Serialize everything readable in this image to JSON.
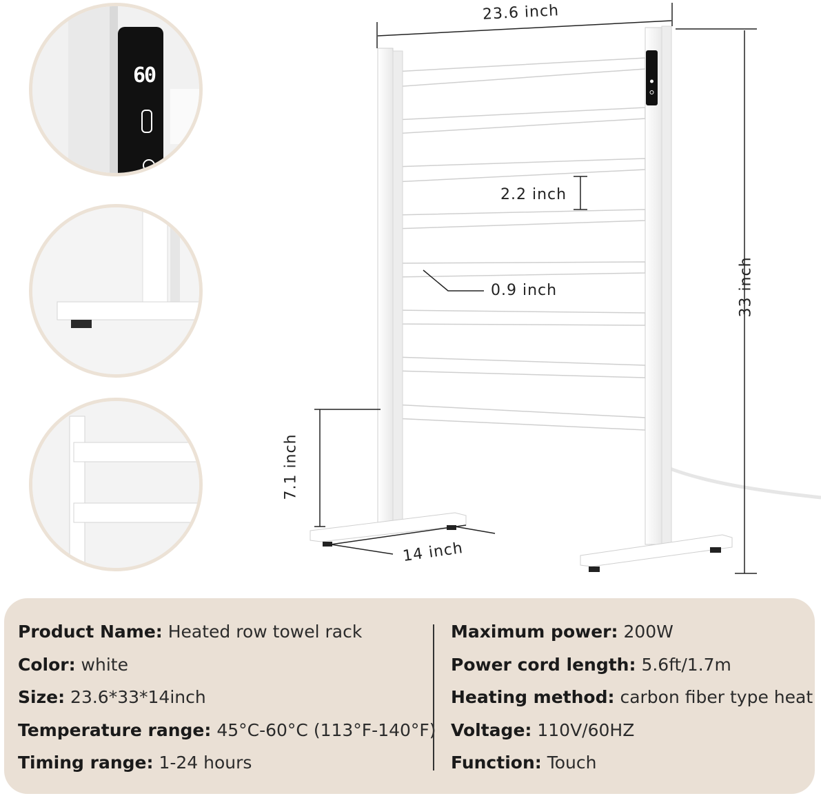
{
  "display": {
    "temperature": "60"
  },
  "dimensions": {
    "width": "23.6 inch",
    "height": "33 inch",
    "bar_spacing": "2.2 inch",
    "bar_width": "0.9 inch",
    "leg_height": "7.1 inch",
    "base_depth": "14 inch"
  },
  "specs": {
    "left": [
      {
        "label": "Product Name:",
        "value": "Heated  row towel rack"
      },
      {
        "label": "Color:",
        "value": "white"
      },
      {
        "label": "Size:",
        "value": "23.6*33*14inch"
      },
      {
        "label": "Temperature range:",
        "value": "45°C-60°C (113°F-140°F)"
      },
      {
        "label": "Timing range:",
        "value": "1-24 hours"
      }
    ],
    "right": [
      {
        "label": "Maximum power:",
        "value": "200W"
      },
      {
        "label": "Power cord length:",
        "value": "5.6ft/1.7m"
      },
      {
        "label": "Heating method:",
        "value": "carbon fiber type heat"
      },
      {
        "label": "Voltage:",
        "value": "110V/60HZ"
      },
      {
        "label": "Function:",
        "value": "Touch"
      }
    ]
  },
  "colors": {
    "panel": "#eae0d5",
    "thumb_border": "#ece2d6",
    "rack": "#ffffff",
    "display": "#111111"
  }
}
